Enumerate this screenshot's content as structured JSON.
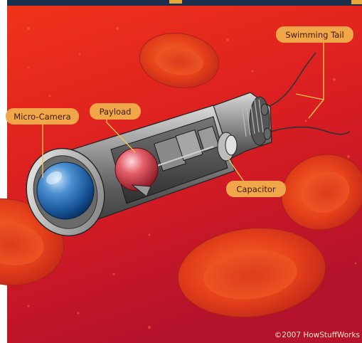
{
  "labels": {
    "swimming_tail": "Swimming Tail",
    "payload": "Payload",
    "micro_camera": "Micro-Camera",
    "capacitor": "Capacitor"
  },
  "credit": "©2007 HowStuffWorks",
  "colors": {
    "background_top": "#e8261a",
    "background_bottom": "#b8102a",
    "cell": "#e9401a",
    "label_fill": "#f2a64a",
    "leader_line": "#f4c04e",
    "header_bar": "#1c2f4d"
  }
}
